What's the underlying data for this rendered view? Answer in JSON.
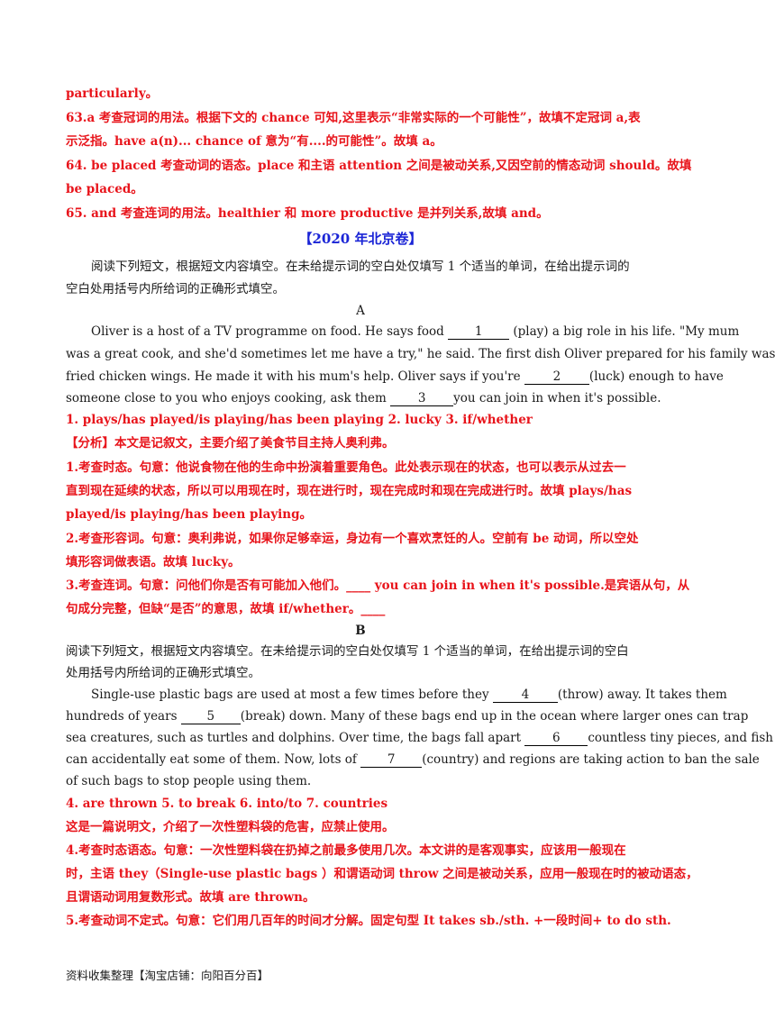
{
  "answers_top": {
    "l1": "particularly。",
    "l2": "63.a 考查冠词的用法。根据下文的 chance  可知,这里表示“非常实际的一个可能性”，故填不定冠词 a,表",
    "l3": "示泛指。have a(n)... chance of 意为“有....的可能性”。故填 a。",
    "l4": "64. be placed 考查动词的语态。place  和主语 attention 之间是被动关系,又因空前的情态动词 should。故填",
    "l5": "be placed。",
    "l6": "65. and 考查连词的用法。healthier  和 more productive 是并列关系,故填 and。"
  },
  "section_title": "【2020 年北京卷】",
  "intro": {
    "l1": "阅读下列短文，根据短文内容填空。在未给提示词的空白处仅填写 1 个适当的单词，在给出提示词的",
    "l2": "空白处用括号内所给词的正确形式填空。"
  },
  "passage_a": {
    "heading": "A",
    "l1a": "Oliver is a host of a TV programme on food. He says food ",
    "gap1": "1",
    "l1b": " (play) a big role in his life. \"My mum",
    "l2": "was a great cook, and she'd sometimes let me have a try,\" he said. The first dish Oliver prepared for his family was",
    "l3": "fried chicken wings. He made it with his mum's help. Oliver says if you're ",
    "gap2": "2",
    "l3b": "(luck) enough to have",
    "l4a": "someone close to you who enjoys cooking, ask them ",
    "gap3": "3",
    "l4b": "you can join in when it's possible."
  },
  "answers_a": {
    "l1": "1. plays/has played/is playing/has been playing 2. lucky 3. if/whether",
    "l2": "【分析】本文是记叙文，主要介绍了美食节目主持人奥利弗。",
    "l3": "1.考查时态。句意：他说食物在他的生命中扮演着重要角色。此处表示现在的状态，也可以表示从过去一",
    "l4": "直到现在延续的状态，所以可以用现在时，现在进行时，现在完成时和现在完成进行时。故填 plays/has",
    "l5": "played/is playing/has been playing。",
    "l6": "2.考查形容词。句意：奥利弗说，如果你足够幸运，身边有一个喜欢烹饪的人。空前有 be 动词，所以空处",
    "l7": "填形容词做表语。故填 lucky。",
    "l8": "3.考查连词。句意：问他们你是否有可能加入他们。____ you can join in when it's possible.是宾语从句，从",
    "l9": "句成分完整，但缺“是否”的意思，故填 if/whether。____"
  },
  "passage_b": {
    "heading": "B",
    "i1": "阅读下列短文，根据短文内容填空。在未给提示词的空白处仅填写 1 个适当的单词，在给出提示词的空白",
    "i2": "处用括号内所给词的正确形式填空。",
    "l1a": "Single-use plastic bags are used at most a few times before they ",
    "gap4": "4",
    "l1b": "(throw) away. It takes them",
    "l2a": "hundreds of years ",
    "gap5": "5",
    "l2b": "(break) down. Many of these bags end up in the ocean where larger ones can trap",
    "l3a": "sea creatures, such as turtles and dolphins. Over time, the bags fall apart ",
    "gap6": "6",
    "l3b": "countless tiny pieces, and fish",
    "l4a": "can accidentally eat some of them. Now, lots of ",
    "gap7": "7",
    "l4b": "(country) and regions are taking action to ban the sale",
    "l5": "of such bags to stop people using them."
  },
  "answers_b": {
    "l1": "4. are thrown 5. to break 6. into/to        7. countries",
    "l2": "这是一篇说明文，介绍了一次性塑料袋的危害，应禁止使用。",
    "l3": "4.考查时态语态。句意：一次性塑料袋在扔掉之前最多使用几次。本文讲的是客观事实，应该用一般现在",
    "l4": "时，主语 they（Single-use plastic bags  ）和谓语动词 throw 之间是被动关系，应用一般现在时的被动语态，",
    "l5": "且谓语动词用复数形式。故填 are thrown。",
    "l6": "5.考查动词不定式。句意：它们用几百年的时间才分解。固定句型 It takes sb./sth. +一段时间+ to do sth."
  },
  "footer": "资料收集整理【淘宝店铺：向阳百分百】"
}
